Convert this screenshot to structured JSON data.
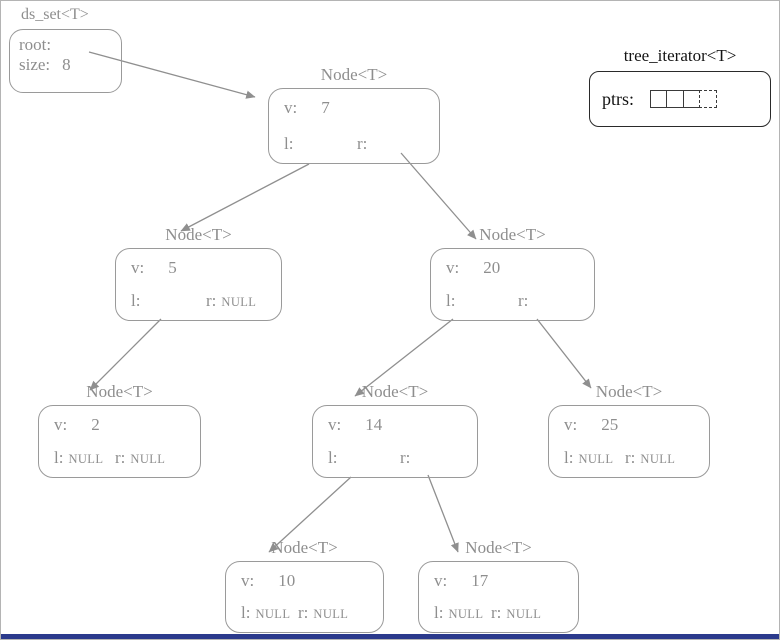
{
  "ds_set": {
    "title": "ds_set<T>",
    "root_label": "root:",
    "size_label": "size:",
    "size_value": "8"
  },
  "iterator": {
    "title": "tree_iterator<T>",
    "ptrs_label": "ptrs:",
    "cell_count": 4
  },
  "nodes": [
    {
      "title": "Node<T>",
      "v_label": "v:",
      "value": "7",
      "l_label": "l:",
      "l_null": "",
      "r_label": "r:",
      "r_null": ""
    },
    {
      "title": "Node<T>",
      "v_label": "v:",
      "value": "5",
      "l_label": "l:",
      "l_null": "",
      "r_label": "r:",
      "r_null": "NULL"
    },
    {
      "title": "Node<T>",
      "v_label": "v:",
      "value": "20",
      "l_label": "l:",
      "l_null": "",
      "r_label": "r:",
      "r_null": ""
    },
    {
      "title": "Node<T>",
      "v_label": "v:",
      "value": "2",
      "l_label": "l:",
      "l_null": "NULL",
      "r_label": "r:",
      "r_null": "NULL"
    },
    {
      "title": "Node<T>",
      "v_label": "v:",
      "value": "14",
      "l_label": "l:",
      "l_null": "",
      "r_label": "r:",
      "r_null": ""
    },
    {
      "title": "Node<T>",
      "v_label": "v:",
      "value": "25",
      "l_label": "l:",
      "l_null": "NULL",
      "r_label": "r:",
      "r_null": "NULL"
    },
    {
      "title": "Node<T>",
      "v_label": "v:",
      "value": "10",
      "l_label": "l:",
      "l_null": "NULL",
      "r_label": "r:",
      "r_null": "NULL"
    },
    {
      "title": "Node<T>",
      "v_label": "v:",
      "value": "17",
      "l_label": "l:",
      "l_null": "NULL",
      "r_label": "r:",
      "r_null": "NULL"
    }
  ],
  "colors": {
    "node_stroke": "#9a9a9a",
    "node_text": "#8e8e8e",
    "iterator_text": "#141414",
    "arrow": "#8f8f8f",
    "bottom_bar": "#2b3a8c"
  }
}
